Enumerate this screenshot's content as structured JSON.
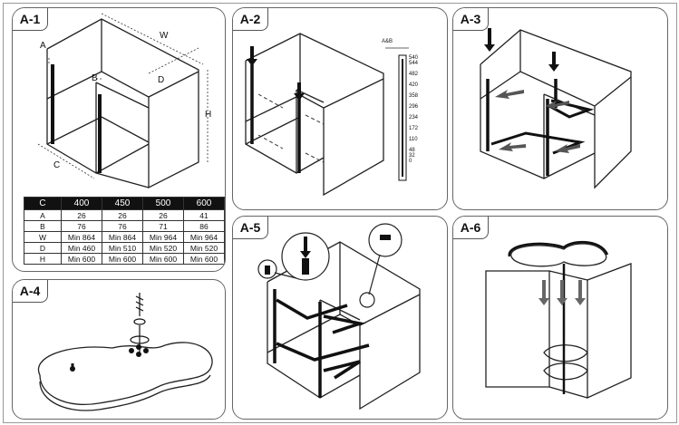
{
  "panels": {
    "a1": {
      "label": "A-1"
    },
    "a2": {
      "label": "A-2"
    },
    "a3": {
      "label": "A-3"
    },
    "a4": {
      "label": "A-4"
    },
    "a5": {
      "label": "A-5"
    },
    "a6": {
      "label": "A-6"
    }
  },
  "dims": {
    "a": "A",
    "b": "B",
    "c": "C",
    "d": "D",
    "w": "W",
    "h": "H"
  },
  "ruler": {
    "ab_label": "A&B",
    "ticks": [
      "540",
      "544",
      "482",
      "420",
      "358",
      "296",
      "234",
      "172",
      "110",
      "48",
      "32",
      "0"
    ]
  },
  "spec_table": {
    "header": [
      "C",
      "400",
      "450",
      "500",
      "600"
    ],
    "rows": [
      [
        "A",
        "26",
        "26",
        "26",
        "41"
      ],
      [
        "B",
        "76",
        "76",
        "71",
        "86"
      ],
      [
        "W",
        "Min 864",
        "Min 864",
        "Min 964",
        "Min 964"
      ],
      [
        "D",
        "Min 460",
        "Min 510",
        "Min 520",
        "Min 520"
      ],
      [
        "H",
        "Min 600",
        "Min 600",
        "Min 600",
        "Min 600"
      ]
    ]
  }
}
